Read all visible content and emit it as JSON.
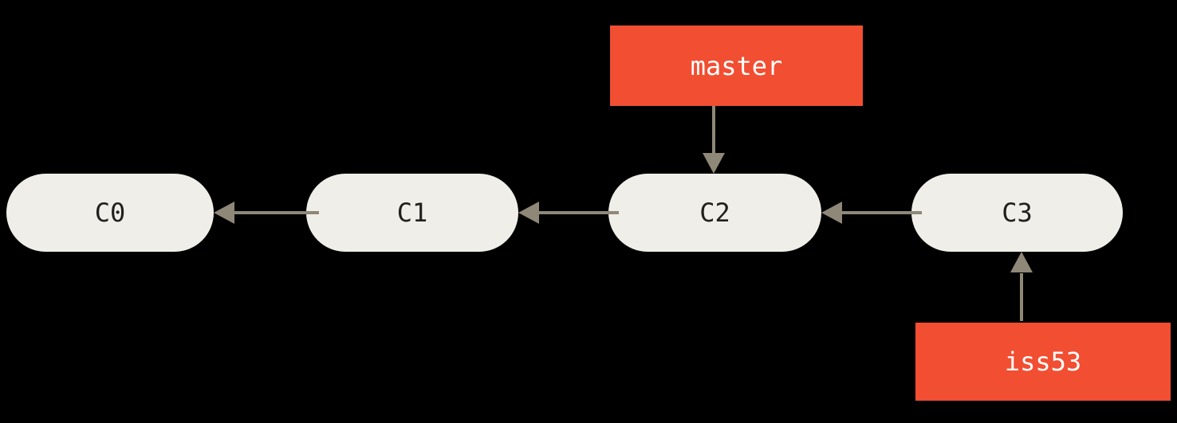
{
  "diagram": {
    "type": "git-commit-graph",
    "commits": [
      {
        "id": "C0"
      },
      {
        "id": "C1"
      },
      {
        "id": "C2"
      },
      {
        "id": "C3"
      }
    ],
    "edges": [
      {
        "from": "C1",
        "to": "C0"
      },
      {
        "from": "C2",
        "to": "C1"
      },
      {
        "from": "C3",
        "to": "C2"
      }
    ],
    "branches": [
      {
        "name": "master",
        "points_to": "C2",
        "position": "above"
      },
      {
        "name": "iss53",
        "points_to": "C3",
        "position": "below"
      }
    ]
  },
  "colors": {
    "background": "#000000",
    "branch_label_bg": "#f14e32",
    "branch_label_text": "#ffffff",
    "commit_node_bg": "#efeee9",
    "commit_node_text": "#21201d",
    "arrow": "#8f8778"
  }
}
